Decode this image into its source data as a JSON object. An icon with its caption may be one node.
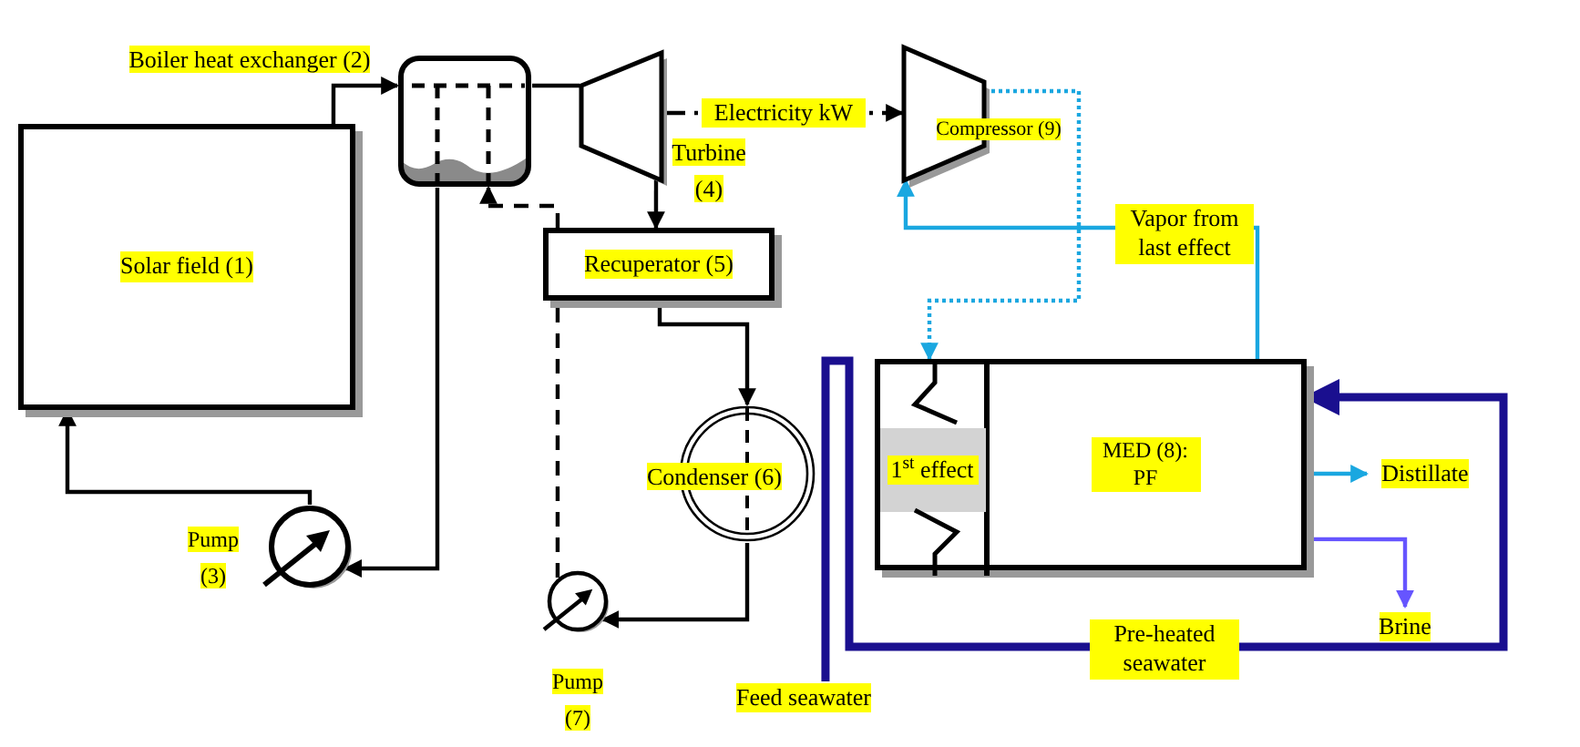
{
  "diagram": {
    "nodes": [
      {
        "text": [
          "Solar field (1)"
        ]
      },
      {
        "text": [
          "Boiler heat exchanger (2)"
        ]
      },
      {
        "text": [
          "Turbine (4)"
        ]
      },
      {
        "text": [
          "Compressor (9)"
        ]
      },
      {
        "text": [
          "Recuperator (5)"
        ]
      },
      {
        "text": [
          "Condenser (6)"
        ]
      },
      {
        "text": [
          "Pump (3)"
        ]
      },
      {
        "text": [
          "Pump (7)"
        ]
      },
      {
        "text": [
          "MED (8): PF"
        ]
      },
      {
        "text": [
          "1$^{st}$ effect"
        ],
        "in": 8
      },
      {
        "text": [
          "Distillate"
        ]
      },
      {
        "text": [
          "Brine"
        ]
      },
      {
        "text": [
          "Feed seawater"
        ]
      }
    ],
    "edges": [
      {
        "from": 0,
        "to": 1,
        "arrow": "to"
      },
      {
        "from": 1,
        "to": 6,
        "arrow": "to"
      },
      {
        "from": 6,
        "to": 0,
        "arrow": "to"
      },
      {
        "from": 1,
        "to": 2,
        "arrow": "none"
      },
      {
        "from": 2,
        "to": 4,
        "arrow": "to"
      },
      {
        "from": 2,
        "to": 3,
        "arrow": "to",
        "label": "Electricity kW",
        "style": "dashed"
      },
      {
        "from": 4,
        "to": 5,
        "arrow": "to"
      },
      {
        "from": 5,
        "to": 7,
        "arrow": "to"
      },
      {
        "from": 7,
        "to": 4,
        "arrow": "none",
        "style": "dashed"
      },
      {
        "from": 4,
        "to": 1,
        "arrow": "to",
        "style": "dashed"
      },
      {
        "from": 3,
        "to": 9,
        "arrow": "to",
        "style": "dashed",
        "color": "#1aa7e0"
      },
      {
        "from": 8,
        "to": 3,
        "arrow": "to",
        "label": "Vapor from last effect",
        "color": "#1aa7e0"
      },
      {
        "from": 8,
        "to": 10,
        "arrow": "to",
        "color": "#1aa7e0"
      },
      {
        "from": 8,
        "to": 11,
        "arrow": "to",
        "color": "#6655ff"
      },
      {
        "from": 12,
        "to": 8,
        "arrow": "to",
        "label": "Pre-heated seawater",
        "style": "thick",
        "color": "#1a0f8f"
      }
    ]
  }
}
